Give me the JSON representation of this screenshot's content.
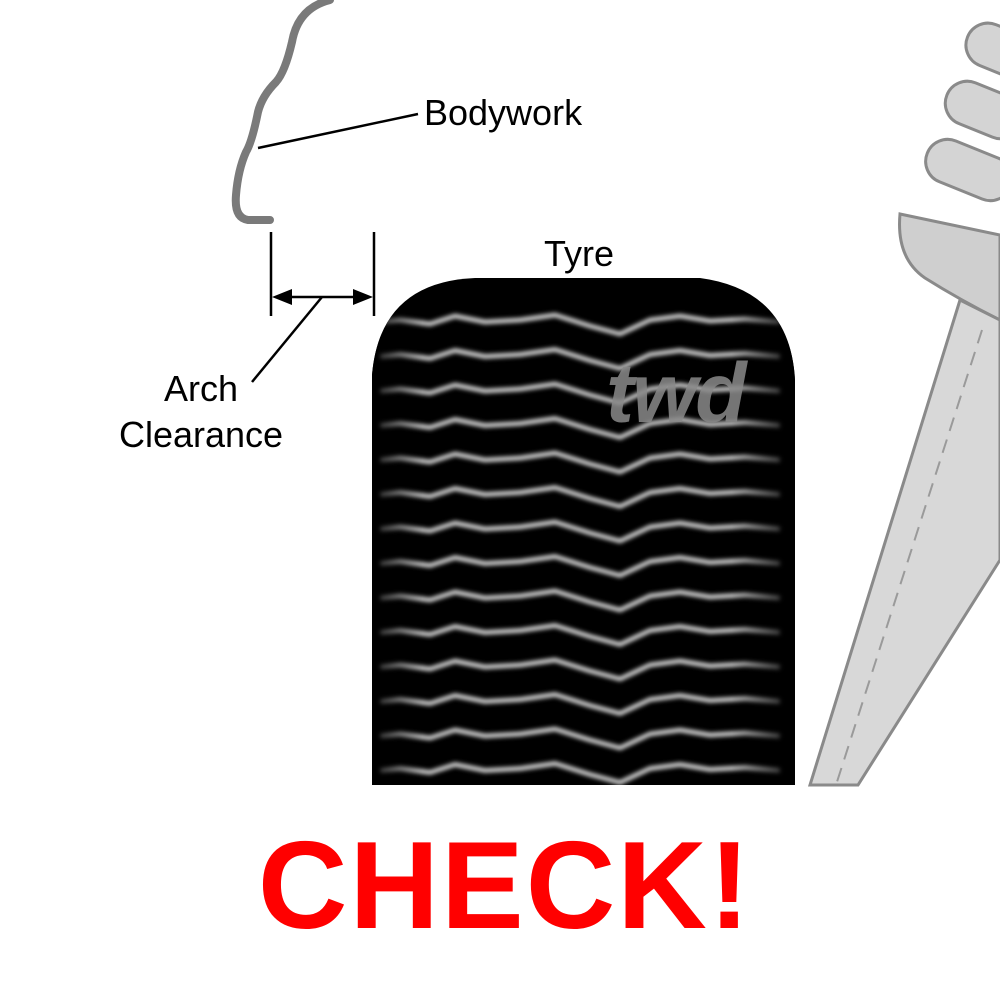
{
  "labels": {
    "bodywork": "Bodywork",
    "tyre": "Tyre",
    "arch_line1": "Arch",
    "arch_line2": "Clearance"
  },
  "watermark": "twd",
  "warning": {
    "text": "CHECK!",
    "color": "#ff0000"
  },
  "colors": {
    "tyre": "#000000",
    "tread": "#d8d8d8",
    "bodywork_outline": "#7a7a7a",
    "gauge_fill": "#d4d4d4",
    "gauge_outline": "#8a8a8a"
  }
}
